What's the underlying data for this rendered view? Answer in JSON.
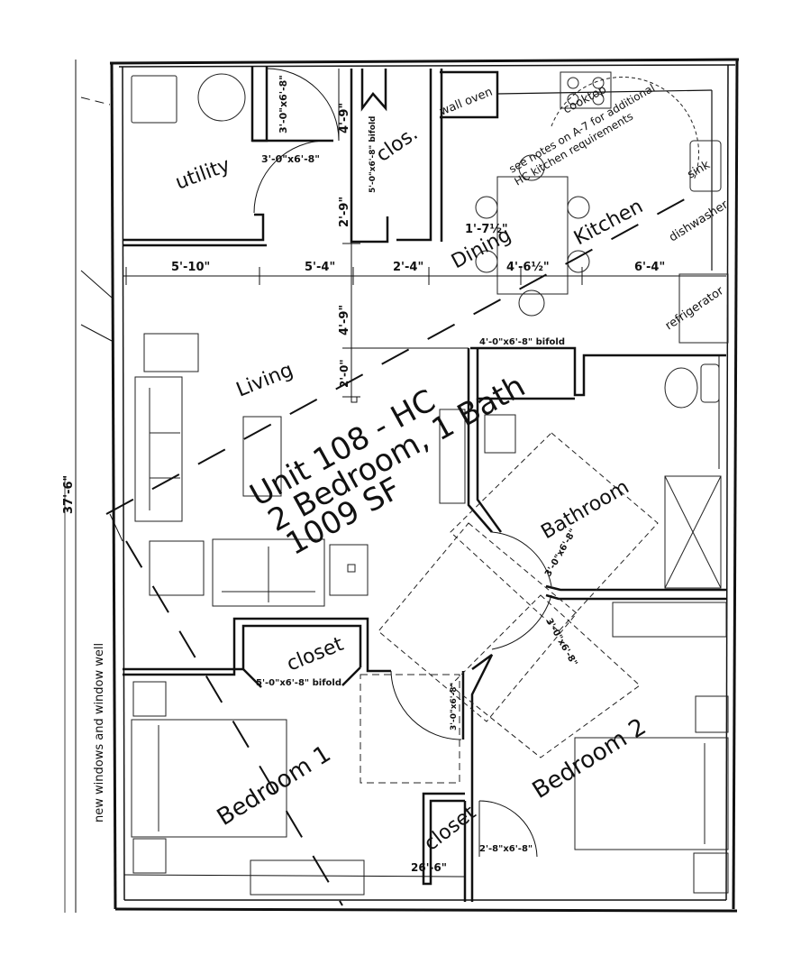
{
  "title": {
    "line1": "Unit 108 - HC",
    "line2": "2 Bedroom, 1 Bath",
    "line3": "1009 SF"
  },
  "rooms": {
    "utility": "utility",
    "clos": "clos.",
    "dining": "Dining",
    "kitchen": "Kitchen",
    "living": "Living",
    "bathroom": "Bathroom",
    "closet_top": "closet",
    "closet_bottom": "closet",
    "bedroom1": "Bedroom 1",
    "bedroom2": "Bedroom 2"
  },
  "fixtures": {
    "wall_oven": "wall oven",
    "cooktop": "cooktop",
    "sink": "sink",
    "dishwasher": "dishwasher",
    "refrigerator": "refrigerator"
  },
  "notes": {
    "kitchen_note_1": "see notes on A-7 for additional",
    "kitchen_note_2": "HC kitchen requirements",
    "windows_note": "new windows and window well"
  },
  "doors": {
    "utility_top": "3'-0\"x6'-8\"",
    "utility_side": "3'-0\"x6'-8\"",
    "clos_bifold": "5'-0\"x6'-8\" bifold",
    "bath_bifold": "4'-0\"x6'-8\" bifold",
    "bath_door_1": "3'-0\"x6'-8\"",
    "bath_door_2": "3'-0\"x6'-8\"",
    "closet_bifold": "5'-0\"x6'-8\" bifold",
    "bed1_door": "3'-0\"x6'-8\"",
    "closet2_door": "2'-8\"x6'-8\""
  },
  "dimensions": {
    "d_5_10": "5'-10\"",
    "d_5_4": "5'-4\"",
    "d_2_4": "2'-4\"",
    "d_4_6half": "4'-6½\"",
    "d_6_4": "6'-4\"",
    "d_1_7half": "1'-7½\"",
    "d_4_9_top": "4'-9\"",
    "d_2_9": "2'-9\"",
    "d_4_9_mid": "4'-9\"",
    "d_2_0": "2'-0\"",
    "d_37_6": "37'-6\"",
    "d_26_6": "26'-6\""
  }
}
